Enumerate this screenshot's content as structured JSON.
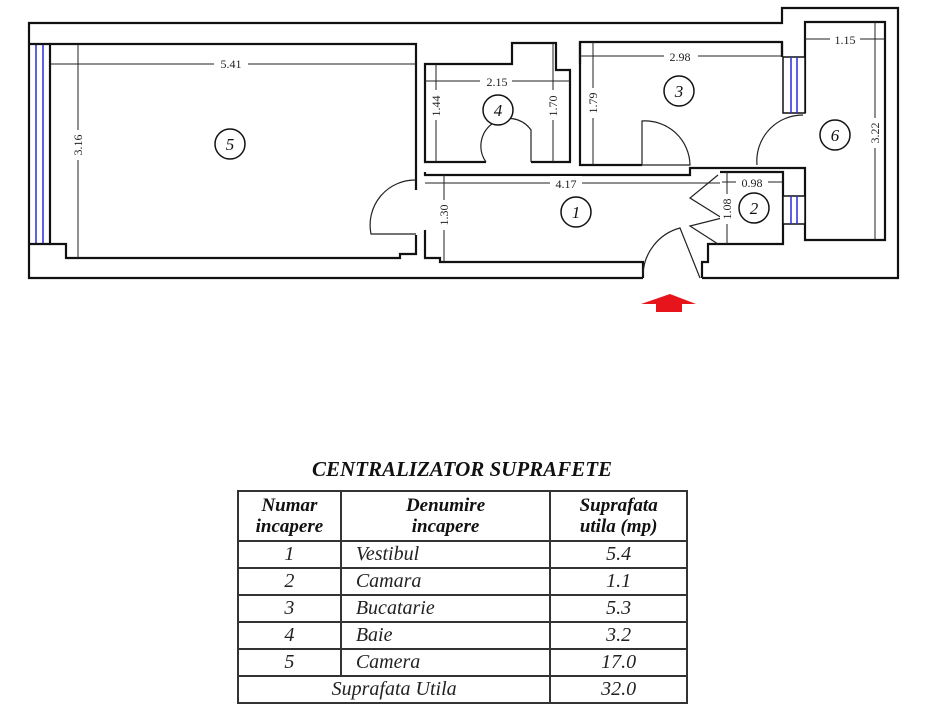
{
  "plan": {
    "dimensions": {
      "room5_width": "5.41",
      "room5_height": "3.16",
      "room4_width": "2.15",
      "room4_height_left": "1.44",
      "room4_height_right": "1.70",
      "room3_width": "2.98",
      "room3_height": "1.79",
      "room6_width": "1.15",
      "room6_height": "3.22",
      "corridor_length": "4.17",
      "corridor_width": "1.30",
      "room2_width": "0.98",
      "room2_height": "1.08"
    },
    "room_numbers": [
      "1",
      "2",
      "3",
      "4",
      "5",
      "6"
    ],
    "entrance_color": "#e8141b",
    "window_color": "#2a2ad8"
  },
  "table": {
    "title": "CENTRALIZATOR SUPRAFETE",
    "headers": {
      "number_line1": "Numar",
      "number_line2": "incapere",
      "name_line1": "Denumire",
      "name_line2": "incapere",
      "area_line1": "Suprafata",
      "area_line2": "utila (mp)"
    },
    "rows": [
      {
        "nr": "1",
        "name": "Vestibul",
        "area": "5.4"
      },
      {
        "nr": "2",
        "name": "Camara",
        "area": "1.1"
      },
      {
        "nr": "3",
        "name": "Bucatarie",
        "area": "5.3"
      },
      {
        "nr": "4",
        "name": "Baie",
        "area": "3.2"
      },
      {
        "nr": "5",
        "name": "Camera",
        "area": "17.0"
      }
    ],
    "total": {
      "label": "Suprafata Utila",
      "value": "32.0"
    }
  }
}
